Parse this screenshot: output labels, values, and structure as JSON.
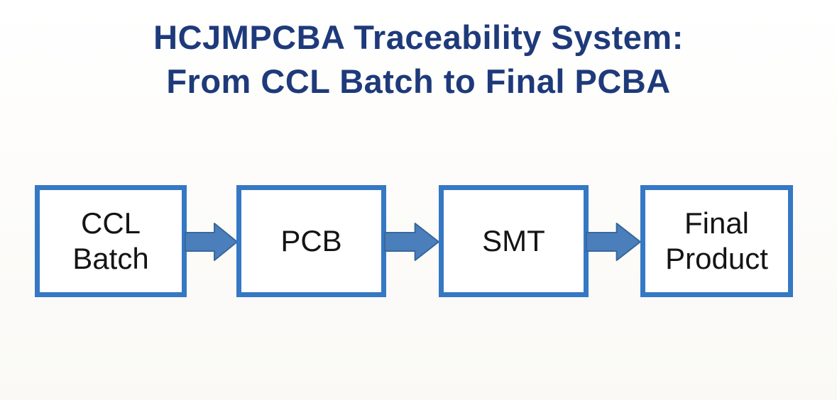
{
  "title": {
    "line1": "HCJMPCBA Traceability System:",
    "line2": "From CCL Batch to Final PCBA"
  },
  "flow": {
    "steps": [
      {
        "label": "CCL\nBatch"
      },
      {
        "label": "PCB"
      },
      {
        "label": "SMT"
      },
      {
        "label": "Final\nProduct"
      }
    ],
    "connector_icon": "block-arrow-right-icon",
    "direction": "left-to-right"
  },
  "colors": {
    "title_color": "#1e3a7a",
    "box_border": "#3578c4",
    "box_fill": "#ffffff",
    "box_text": "#141414",
    "arrow_fill": "#4b7fbb",
    "arrow_stroke": "#38679c",
    "background": "#fbfaf7"
  }
}
